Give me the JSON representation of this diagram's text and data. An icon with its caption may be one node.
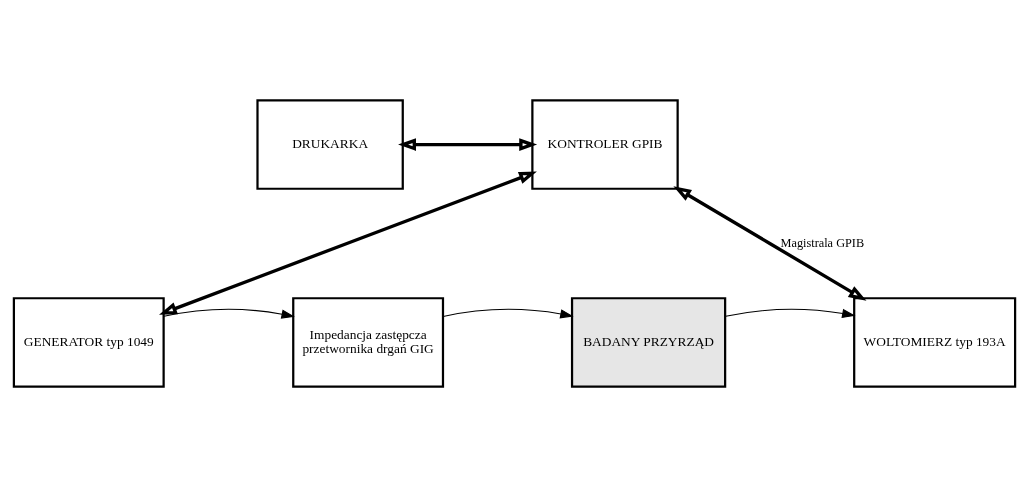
{
  "diagram": {
    "nodes": [
      {
        "text": [
          "DRUKARKA"
        ]
      },
      {
        "text": [
          "KONTROLER GPIB"
        ]
      },
      {
        "text": [
          "GENERATOR typ 1049"
        ]
      },
      {
        "text": [
          "Impedancja zastępcza przetwornika drgań GIG"
        ]
      },
      {
        "text": [
          "BADANY PRZYRZĄD"
        ]
      },
      {
        "text": [
          "WOLTOMIERZ typ 193A"
        ]
      }
    ],
    "edges": [
      {
        "from": 0,
        "to": 1,
        "arrow": "both",
        "style": "thick"
      },
      {
        "from": 1,
        "to": 2,
        "arrow": "both",
        "style": "thick"
      },
      {
        "from": 1,
        "to": 5,
        "arrow": "both",
        "style": "thick",
        "label": "Magistrala GPIB"
      },
      {
        "from": 2,
        "to": 3,
        "arrow": "to"
      },
      {
        "from": 3,
        "to": 4,
        "arrow": "to"
      },
      {
        "from": 4,
        "to": 5,
        "arrow": "to"
      }
    ]
  }
}
